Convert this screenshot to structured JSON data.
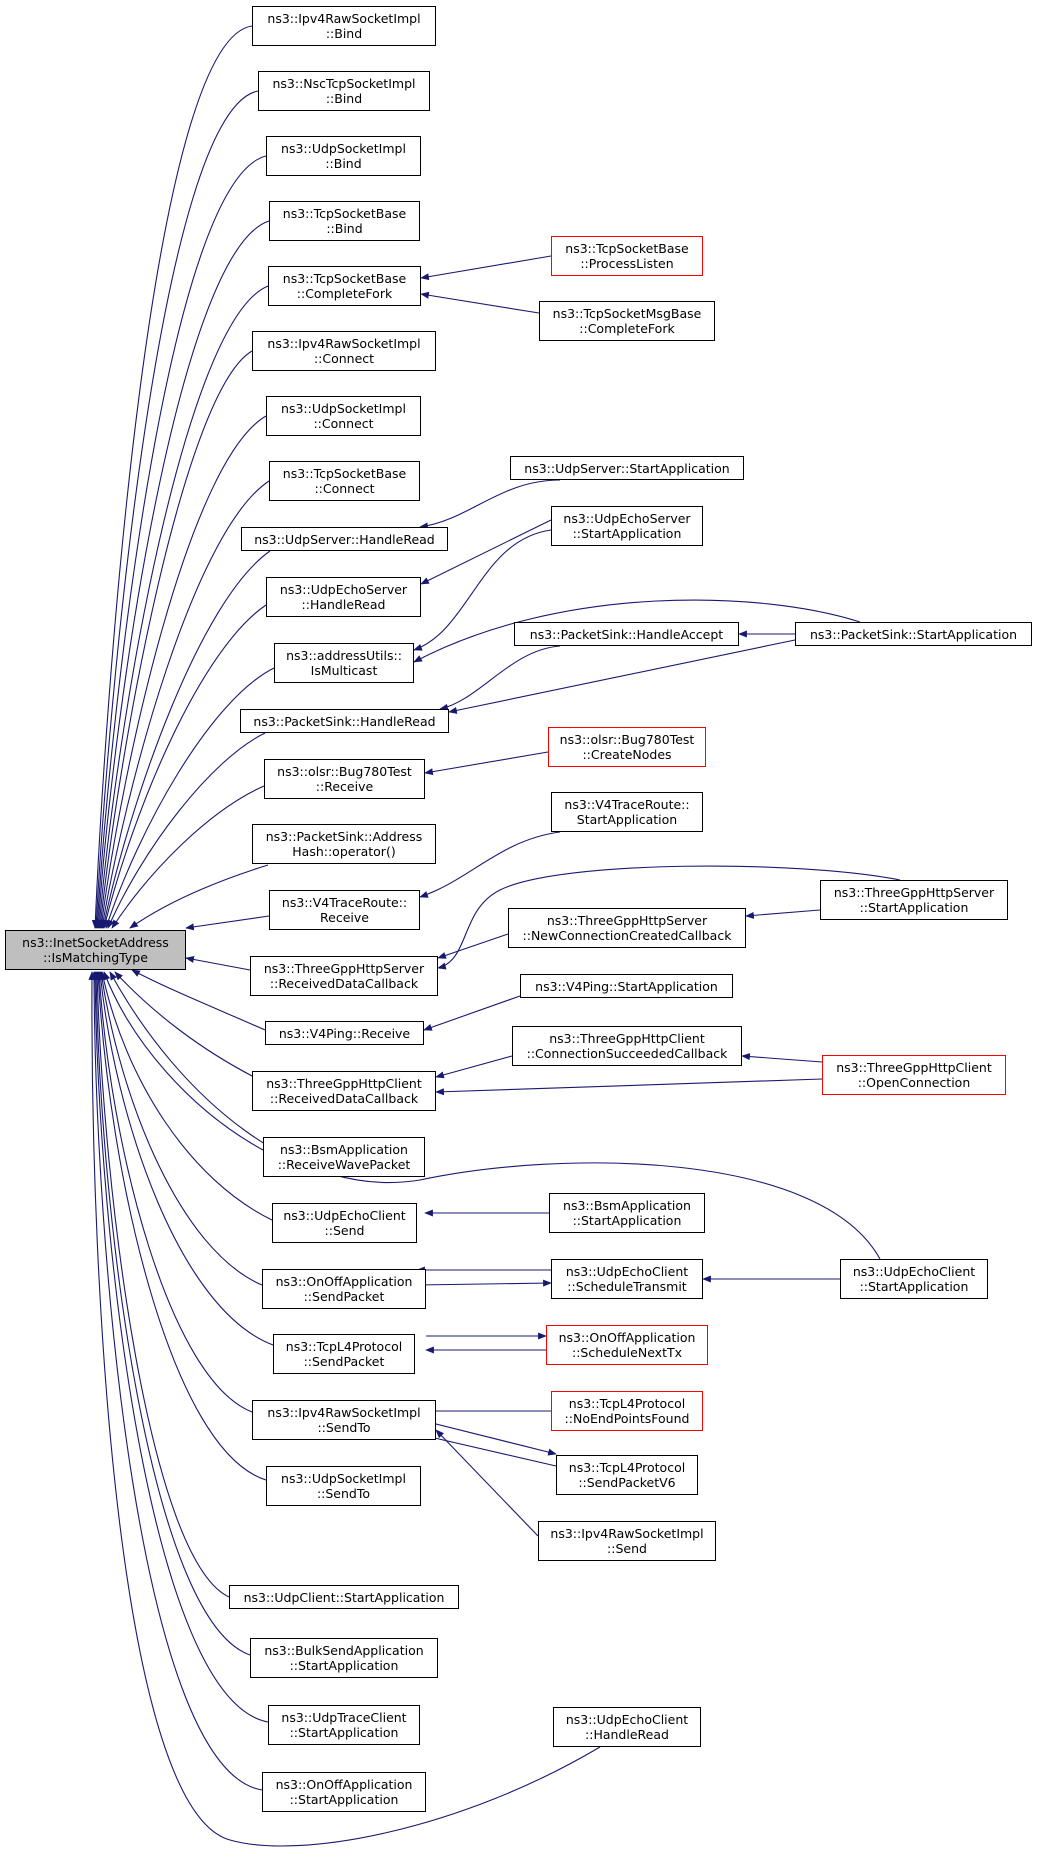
{
  "colors": {
    "edge": "#191970",
    "node_border": "#000000",
    "undocumented_border": "#ff0000",
    "root_fill": "#bfbfbf"
  },
  "root": {
    "label": "ns3::InetSocketAddress\n::IsMatchingType"
  },
  "callers": [
    {
      "id": "c1",
      "label": "ns3::Ipv4RawSocketImpl\n::Bind"
    },
    {
      "id": "c2",
      "label": "ns3::NscTcpSocketImpl\n::Bind"
    },
    {
      "id": "c3",
      "label": "ns3::UdpSocketImpl\n::Bind"
    },
    {
      "id": "c4",
      "label": "ns3::TcpSocketBase\n::Bind"
    },
    {
      "id": "c5",
      "label": "ns3::TcpSocketBase\n::CompleteFork"
    },
    {
      "id": "c6",
      "label": "ns3::Ipv4RawSocketImpl\n::Connect"
    },
    {
      "id": "c7",
      "label": "ns3::UdpSocketImpl\n::Connect"
    },
    {
      "id": "c8",
      "label": "ns3::TcpSocketBase\n::Connect"
    },
    {
      "id": "c9",
      "label": "ns3::UdpServer::HandleRead"
    },
    {
      "id": "c10",
      "label": "ns3::UdpEchoServer\n::HandleRead"
    },
    {
      "id": "c11",
      "label": "ns3::addressUtils::\nIsMulticast"
    },
    {
      "id": "c12",
      "label": "ns3::PacketSink::HandleRead"
    },
    {
      "id": "c13",
      "label": "ns3::olsr::Bug780Test\n::Receive"
    },
    {
      "id": "c14",
      "label": "ns3::PacketSink::Address\nHash::operator()"
    },
    {
      "id": "c15",
      "label": "ns3::V4TraceRoute::\nReceive"
    },
    {
      "id": "c16",
      "label": "ns3::ThreeGppHttpServer\n::ReceivedDataCallback"
    },
    {
      "id": "c17",
      "label": "ns3::V4Ping::Receive"
    },
    {
      "id": "c18",
      "label": "ns3::ThreeGppHttpClient\n::ReceivedDataCallback"
    },
    {
      "id": "c19",
      "label": "ns3::BsmApplication\n::ReceiveWavePacket"
    },
    {
      "id": "c20",
      "label": "ns3::UdpEchoClient\n::Send"
    },
    {
      "id": "c21",
      "label": "ns3::OnOffApplication\n::SendPacket"
    },
    {
      "id": "c22",
      "label": "ns3::TcpL4Protocol\n::SendPacket"
    },
    {
      "id": "c23",
      "label": "ns3::Ipv4RawSocketImpl\n::SendTo"
    },
    {
      "id": "c24",
      "label": "ns3::UdpSocketImpl\n::SendTo"
    },
    {
      "id": "c25",
      "label": "ns3::UdpClient::StartApplication"
    },
    {
      "id": "c26",
      "label": "ns3::BulkSendApplication\n::StartApplication"
    },
    {
      "id": "c27",
      "label": "ns3::UdpTraceClient\n::StartApplication"
    },
    {
      "id": "c28",
      "label": "ns3::OnOffApplication\n::StartApplication"
    }
  ],
  "second_level": [
    {
      "id": "m1",
      "label": "ns3::TcpSocketBase\n::ProcessListen",
      "undocumented": true
    },
    {
      "id": "m2",
      "label": "ns3::TcpSocketMsgBase\n::CompleteFork"
    },
    {
      "id": "m3",
      "label": "ns3::UdpServer::StartApplication"
    },
    {
      "id": "m4",
      "label": "ns3::UdpEchoServer\n::StartApplication"
    },
    {
      "id": "m5",
      "label": "ns3::PacketSink::HandleAccept"
    },
    {
      "id": "m6",
      "label": "ns3::olsr::Bug780Test\n::CreateNodes",
      "undocumented": true
    },
    {
      "id": "m7",
      "label": "ns3::V4TraceRoute::\nStartApplication"
    },
    {
      "id": "m8",
      "label": "ns3::ThreeGppHttpServer\n::NewConnectionCreatedCallback"
    },
    {
      "id": "m9",
      "label": "ns3::V4Ping::StartApplication"
    },
    {
      "id": "m10",
      "label": "ns3::ThreeGppHttpClient\n::ConnectionSucceededCallback"
    },
    {
      "id": "m11",
      "label": "ns3::BsmApplication\n::StartApplication"
    },
    {
      "id": "m12",
      "label": "ns3::UdpEchoClient\n::ScheduleTransmit"
    },
    {
      "id": "m13",
      "label": "ns3::OnOffApplication\n::ScheduleNextTx",
      "undocumented": true
    },
    {
      "id": "m14",
      "label": "ns3::TcpL4Protocol\n::NoEndPointsFound",
      "undocumented": true
    },
    {
      "id": "m15",
      "label": "ns3::TcpL4Protocol\n::SendPacketV6"
    },
    {
      "id": "m16",
      "label": "ns3::Ipv4RawSocketImpl\n::Send"
    },
    {
      "id": "m17",
      "label": "ns3::UdpEchoClient\n::HandleRead"
    }
  ],
  "third_level": [
    {
      "id": "r1",
      "label": "ns3::PacketSink::StartApplication"
    },
    {
      "id": "r2",
      "label": "ns3::ThreeGppHttpServer\n::StartApplication"
    },
    {
      "id": "r3",
      "label": "ns3::ThreeGppHttpClient\n::OpenConnection",
      "undocumented": true
    },
    {
      "id": "r4",
      "label": "ns3::UdpEchoClient\n::StartApplication"
    }
  ],
  "edges": [
    [
      "c1",
      "root"
    ],
    [
      "c2",
      "root"
    ],
    [
      "c3",
      "root"
    ],
    [
      "c4",
      "root"
    ],
    [
      "c5",
      "root"
    ],
    [
      "c6",
      "root"
    ],
    [
      "c7",
      "root"
    ],
    [
      "c8",
      "root"
    ],
    [
      "c9",
      "root"
    ],
    [
      "c10",
      "root"
    ],
    [
      "c11",
      "root"
    ],
    [
      "c12",
      "root"
    ],
    [
      "c13",
      "root"
    ],
    [
      "c14",
      "root"
    ],
    [
      "c15",
      "root"
    ],
    [
      "c16",
      "root"
    ],
    [
      "c17",
      "root"
    ],
    [
      "c18",
      "root"
    ],
    [
      "c19",
      "root"
    ],
    [
      "c20",
      "root"
    ],
    [
      "c21",
      "root"
    ],
    [
      "c22",
      "root"
    ],
    [
      "c23",
      "root"
    ],
    [
      "c24",
      "root"
    ],
    [
      "c25",
      "root"
    ],
    [
      "c26",
      "root"
    ],
    [
      "c27",
      "root"
    ],
    [
      "c28",
      "root"
    ],
    [
      "r4",
      "root"
    ],
    [
      "m17",
      "root"
    ],
    [
      "m1",
      "c5"
    ],
    [
      "m2",
      "c5"
    ],
    [
      "m3",
      "c9"
    ],
    [
      "m4",
      "c10"
    ],
    [
      "m4",
      "c11"
    ],
    [
      "r1",
      "c11"
    ],
    [
      "m5",
      "c12"
    ],
    [
      "r1",
      "c12"
    ],
    [
      "m6",
      "c13"
    ],
    [
      "m7",
      "c15"
    ],
    [
      "r2",
      "c16"
    ],
    [
      "m8",
      "c16"
    ],
    [
      "m9",
      "c17"
    ],
    [
      "m10",
      "c18"
    ],
    [
      "r3",
      "c18"
    ],
    [
      "m11",
      "c19"
    ],
    [
      "m12",
      "c20"
    ],
    [
      "c20",
      "m12"
    ],
    [
      "c21",
      "m13"
    ],
    [
      "m13",
      "c21"
    ],
    [
      "m14",
      "c22"
    ],
    [
      "m15",
      "c22"
    ],
    [
      "c22",
      "m15"
    ],
    [
      "m16",
      "c23"
    ],
    [
      "r1",
      "m5"
    ],
    [
      "r2",
      "m8"
    ],
    [
      "r3",
      "m10"
    ],
    [
      "r4",
      "m12"
    ]
  ]
}
